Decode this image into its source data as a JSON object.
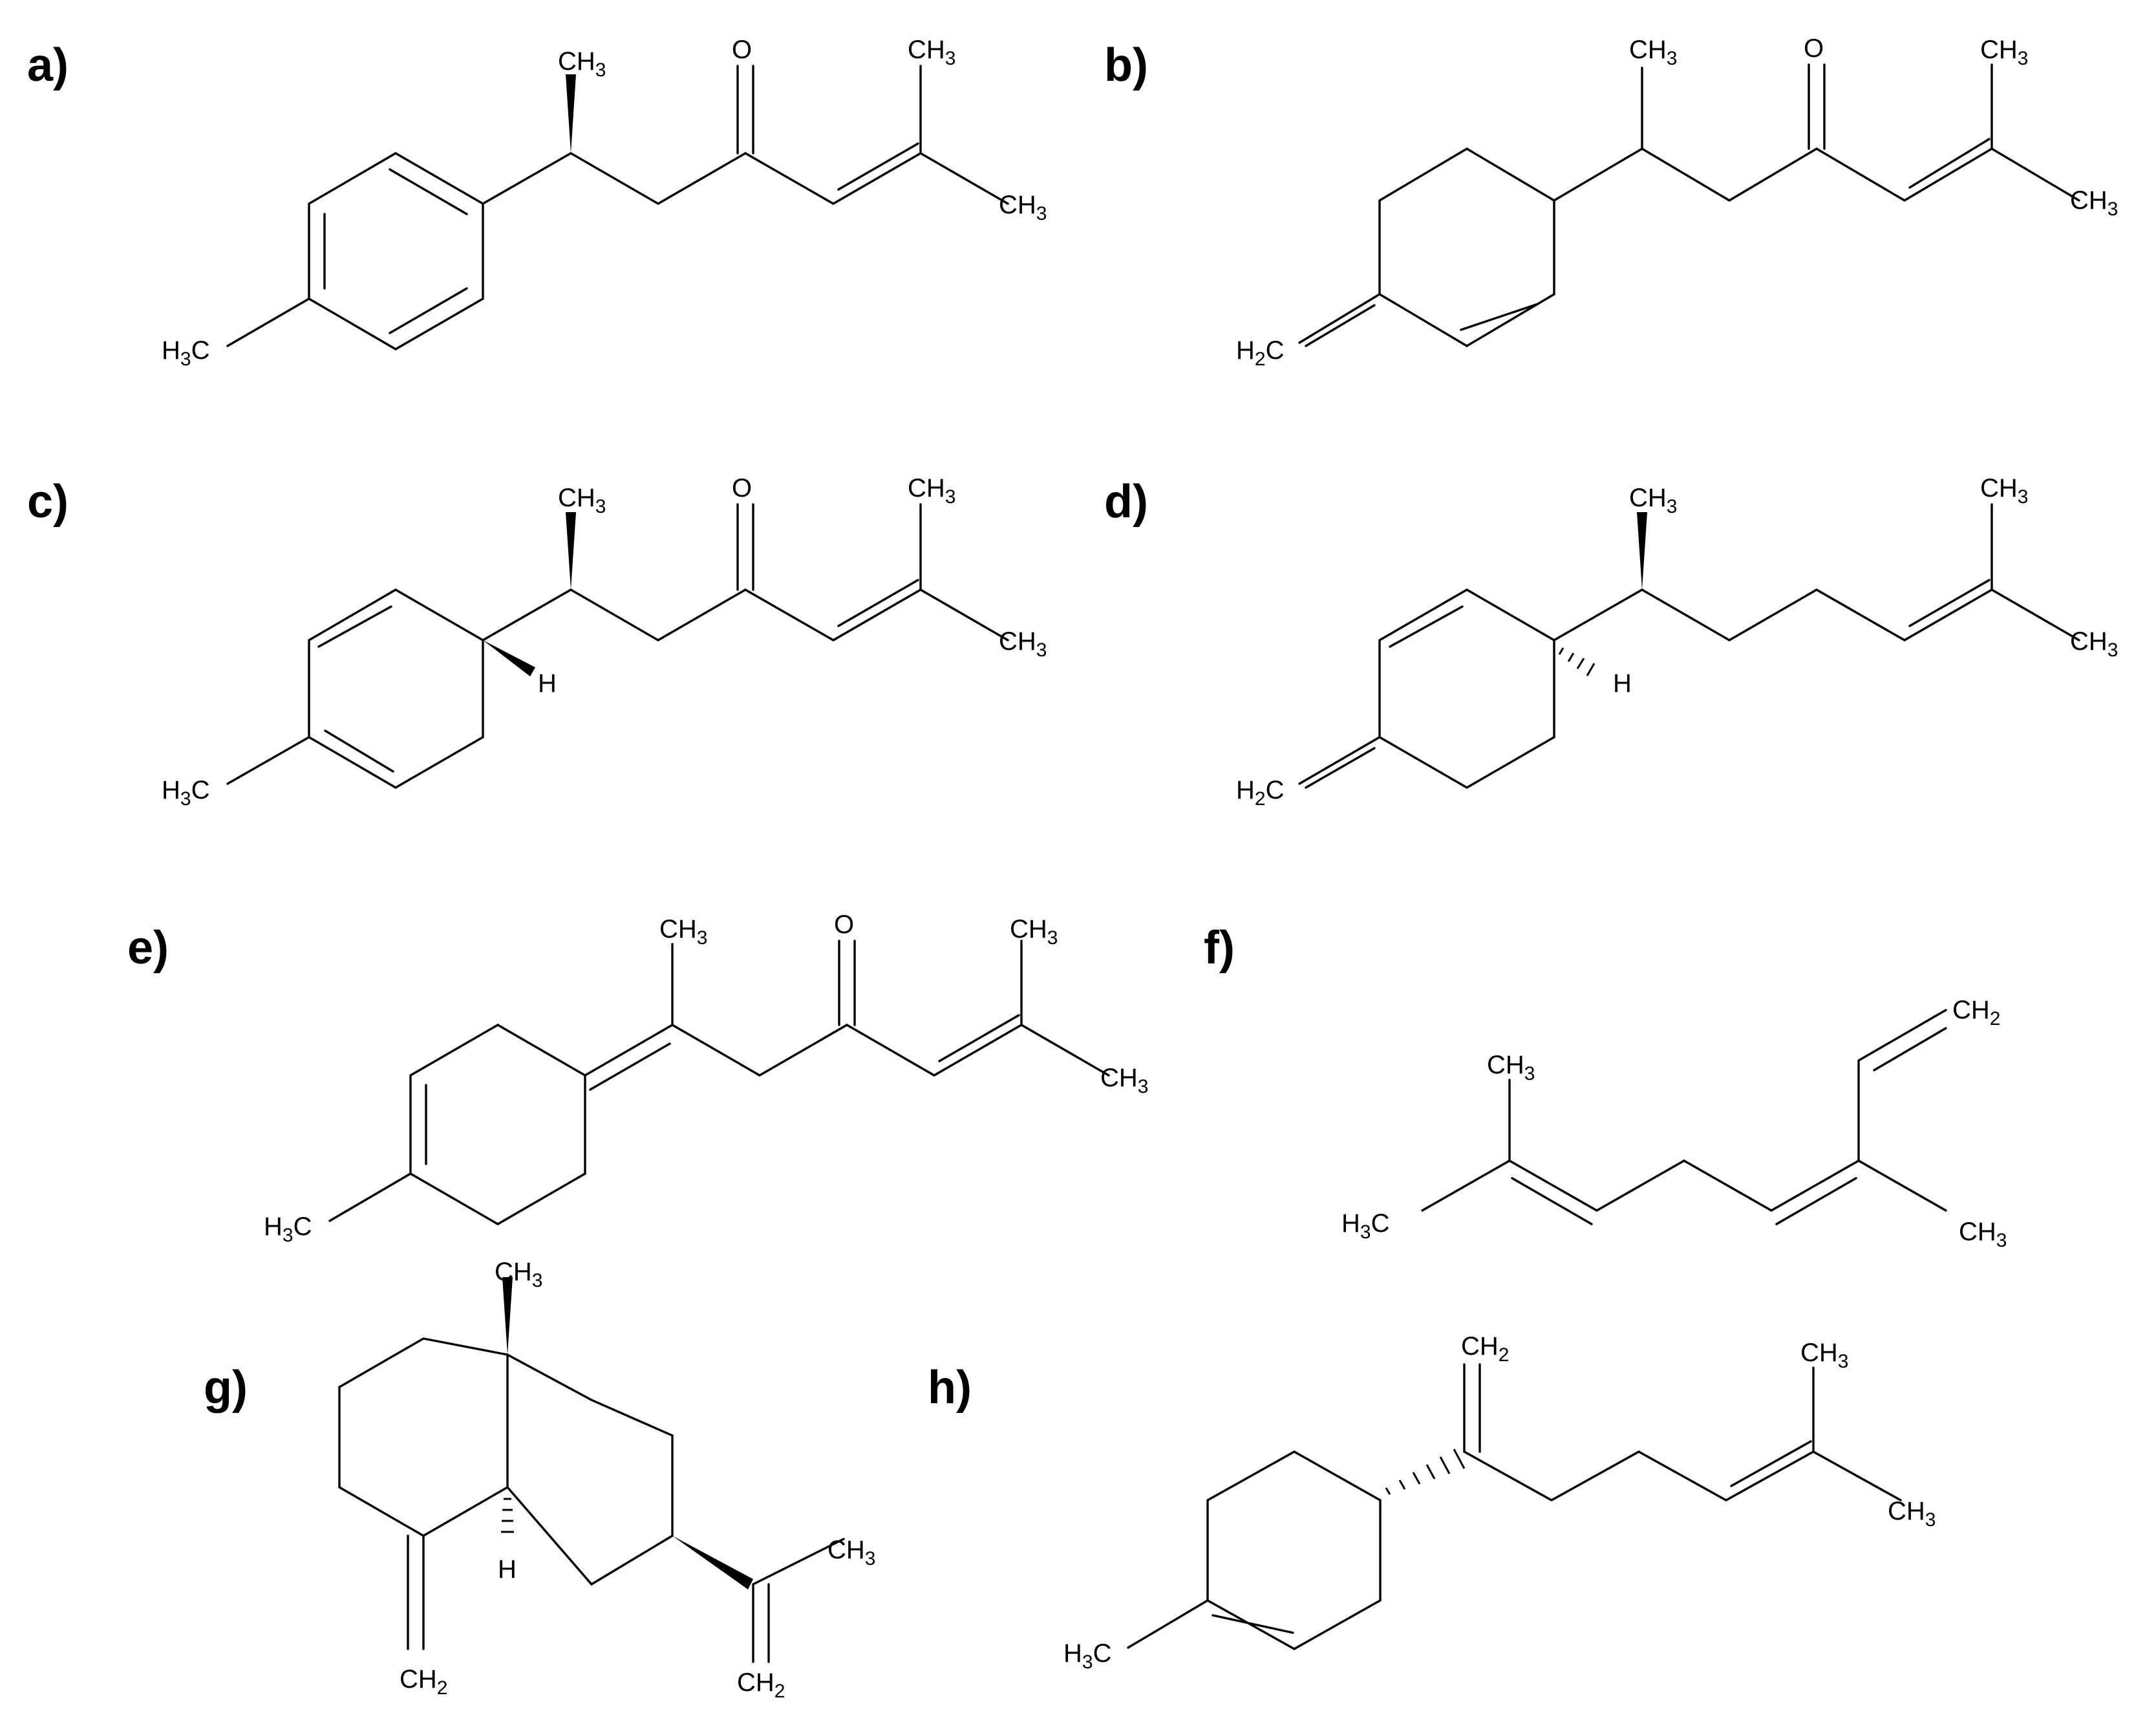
{
  "panels": [
    {
      "id": "a",
      "label": "a)",
      "atoms": [
        "CH3",
        "O",
        "CH3",
        "CH3",
        "H3C"
      ]
    },
    {
      "id": "b",
      "label": "b)",
      "atoms": [
        "CH3",
        "O",
        "CH3",
        "CH3",
        "H2C"
      ]
    },
    {
      "id": "c",
      "label": "c)",
      "atoms": [
        "CH3",
        "O",
        "CH3",
        "CH3",
        "H",
        "H3C"
      ]
    },
    {
      "id": "d",
      "label": "d)",
      "atoms": [
        "CH3",
        "CH3",
        "CH3",
        "H",
        "H2C"
      ]
    },
    {
      "id": "e",
      "label": "e)",
      "atoms": [
        "CH3",
        "O",
        "CH3",
        "CH3",
        "H3C"
      ]
    },
    {
      "id": "f",
      "label": "f)",
      "atoms": [
        "CH2",
        "CH3",
        "H3C",
        "CH3"
      ]
    },
    {
      "id": "g",
      "label": "g)",
      "atoms": [
        "CH3",
        "CH3",
        "H",
        "CH2",
        "CH2"
      ]
    },
    {
      "id": "h",
      "label": "h)",
      "atoms": [
        "CH2",
        "CH3",
        "CH3",
        "H3C"
      ]
    }
  ]
}
